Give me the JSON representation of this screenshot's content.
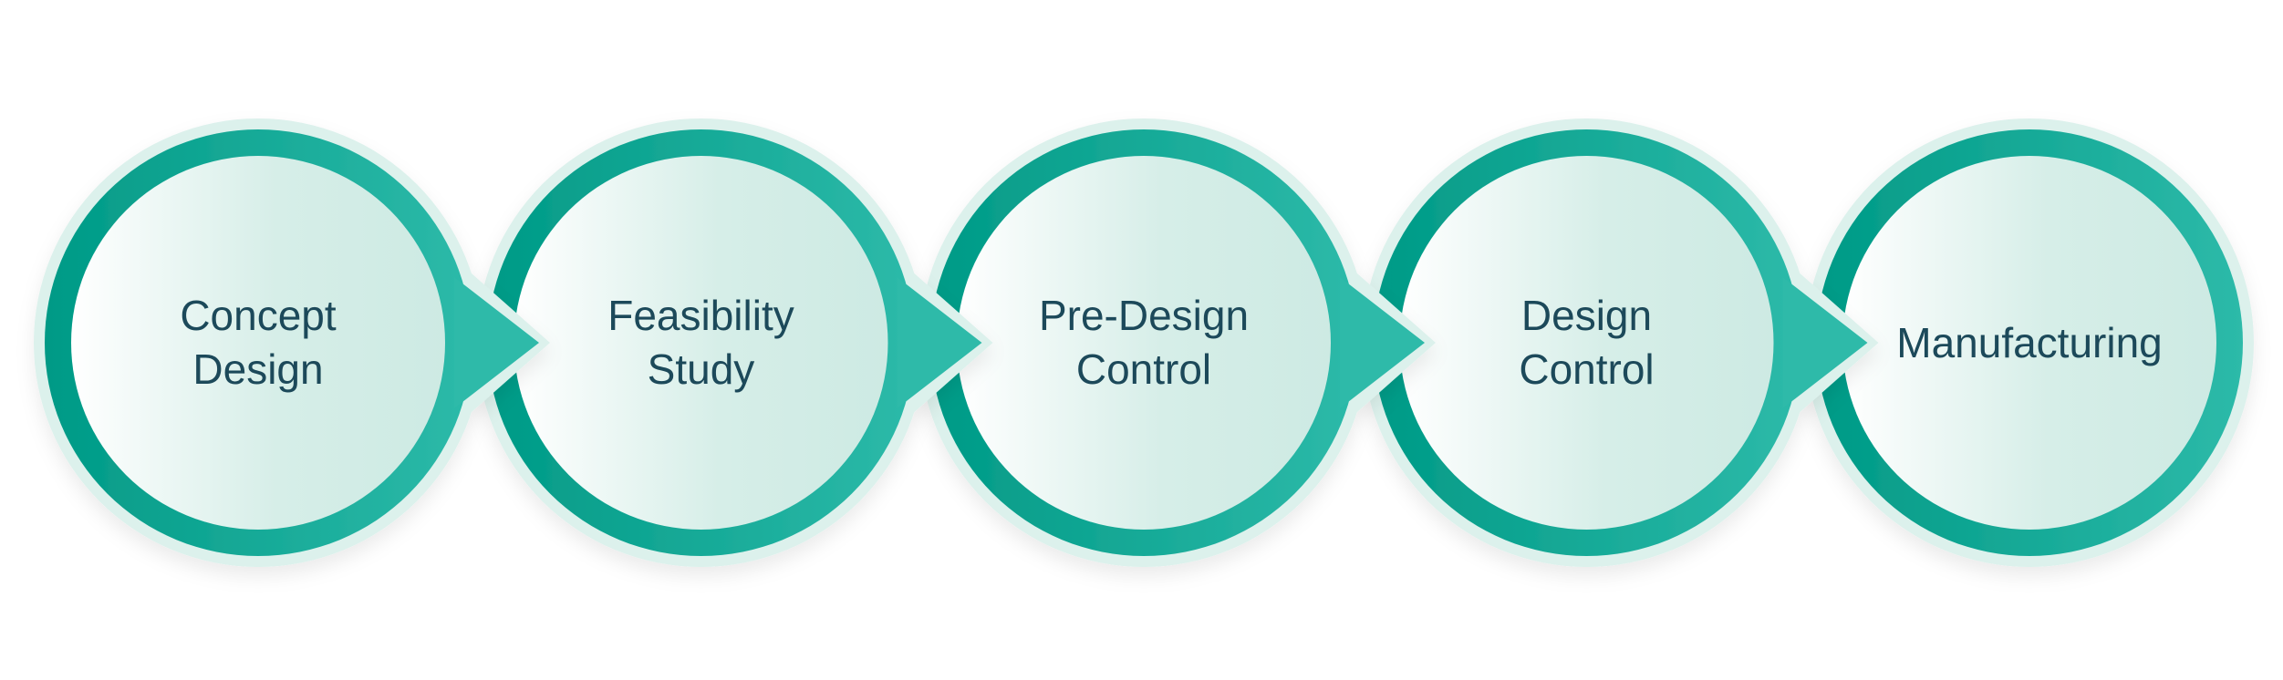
{
  "title": "Product development process stages",
  "stages": [
    {
      "lines": [
        "Concept",
        "Design"
      ]
    },
    {
      "lines": [
        "Feasibility",
        "Study"
      ]
    },
    {
      "lines": [
        "Pre-Design",
        "Control"
      ]
    },
    {
      "lines": [
        "Design",
        "Control"
      ]
    },
    {
      "lines": [
        "Manufacturing"
      ]
    }
  ],
  "colors": {
    "ring_dark": "#009a86",
    "ring_light": "#2dbaa9",
    "rim": "#dcf1ec",
    "fill_left": "#ffffff",
    "fill_right": "#cdeae3",
    "text": "#1f4a5a"
  }
}
